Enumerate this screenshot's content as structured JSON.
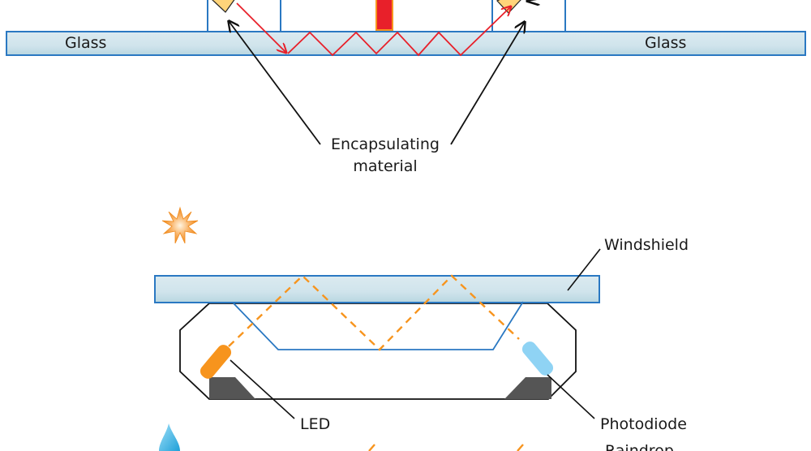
{
  "top_diagram": {
    "glass_left_label": "Glass",
    "glass_right_label": "Glass",
    "encapsulating_label_line1": "Encapsulating",
    "encapsulating_label_line2": "material"
  },
  "bottom_diagram": {
    "windshield_label": "Windshield",
    "led_label": "LED",
    "photodiode_label": "Photodiode",
    "raindrop_label": "Raindrop"
  },
  "colors": {
    "glass_fill": "#d3e6ee",
    "glass_stroke": "#2a78c2",
    "light_path_red": "#e8202a",
    "light_path_orange": "#f7941d",
    "diamond_fill": "#ffd47a",
    "led_fill": "#f7941d",
    "photodiode_fill": "#8fd3f4",
    "mount_fill": "#555555"
  }
}
